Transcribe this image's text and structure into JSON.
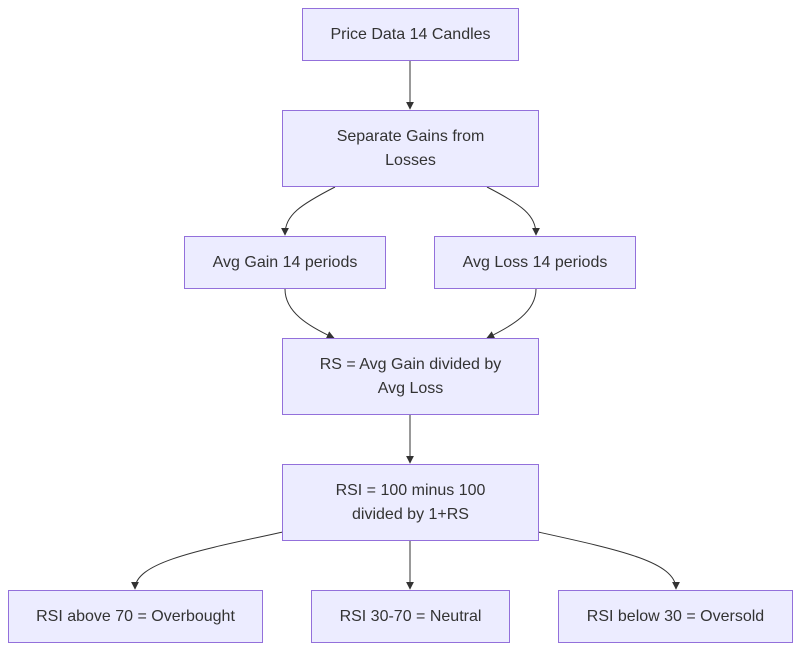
{
  "nodes": {
    "price_data": "Price Data 14 Candles",
    "separate": "Separate Gains from Losses",
    "avg_gain": "Avg Gain 14 periods",
    "avg_loss": "Avg Loss 14 periods",
    "rs": "RS = Avg Gain divided by Avg Loss",
    "rsi": "RSI = 100 minus 100 divided by 1+RS",
    "overbought": "RSI above 70 = Overbought",
    "neutral": "RSI 30-70 = Neutral",
    "oversold": "RSI below 30 = Oversold"
  },
  "edges": [
    {
      "from": "price_data",
      "to": "separate"
    },
    {
      "from": "separate",
      "to": "avg_gain"
    },
    {
      "from": "separate",
      "to": "avg_loss"
    },
    {
      "from": "avg_gain",
      "to": "rs"
    },
    {
      "from": "avg_loss",
      "to": "rs"
    },
    {
      "from": "rs",
      "to": "rsi"
    },
    {
      "from": "rsi",
      "to": "overbought"
    },
    {
      "from": "rsi",
      "to": "neutral"
    },
    {
      "from": "rsi",
      "to": "oversold"
    }
  ]
}
